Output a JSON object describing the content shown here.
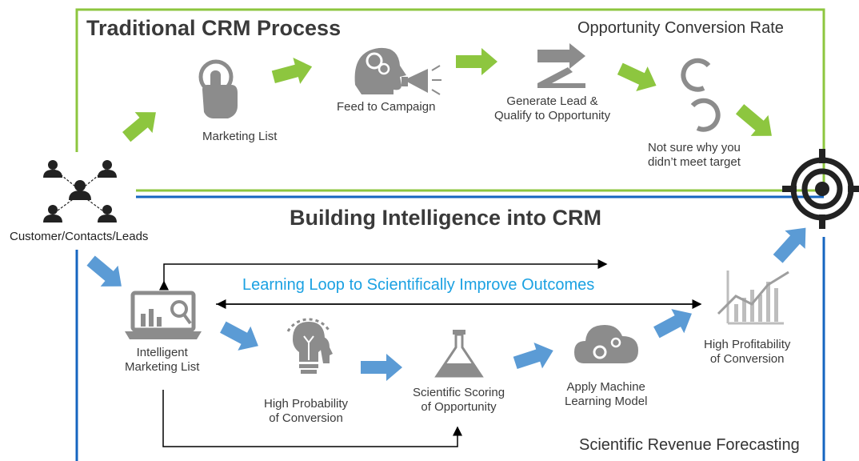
{
  "top_section": {
    "title": "Traditional CRM Process",
    "subtitle": "Opportunity Conversion Rate",
    "steps": {
      "marketing_list": "Marketing List",
      "feed_campaign": "Feed to Campaign",
      "generate_lead_1": "Generate Lead &",
      "generate_lead_2": "Qualify to Opportunity",
      "not_sure_1": "Not sure why you",
      "not_sure_2": "didn’t meet target"
    }
  },
  "source": {
    "label": "Customer/Contacts/Leads"
  },
  "bottom_section": {
    "title": "Building Intelligence into CRM",
    "loop_label": "Learning Loop to Scientifically Improve Outcomes",
    "footer": "Scientific Revenue Forecasting",
    "steps": {
      "intelligent_1": "Intelligent",
      "intelligent_2": "Marketing List",
      "high_prob_1": "High Probability",
      "high_prob_2": "of Conversion",
      "scoring_1": "Scientific Scoring",
      "scoring_2": "of Opportunity",
      "ml_1": "Apply Machine",
      "ml_2": "Learning Model",
      "profit_1": "High Profitability",
      "profit_2": "of Conversion"
    }
  },
  "colors": {
    "green": "#8dc63f",
    "blue": "#1565c0",
    "blue_arrow": "#5b9bd5",
    "loop_text": "#1ba1e2",
    "icon_gray": "#8c8c8c",
    "dark": "#222222"
  },
  "icons": [
    "hand-touch-icon",
    "brain-megaphone-icon",
    "merge-arrows-icon",
    "chain-link-icon",
    "target-icon",
    "network-people-icon",
    "laptop-chart-icon",
    "lightbulb-head-icon",
    "flask-icon",
    "cloud-gears-icon",
    "growth-chart-icon"
  ]
}
